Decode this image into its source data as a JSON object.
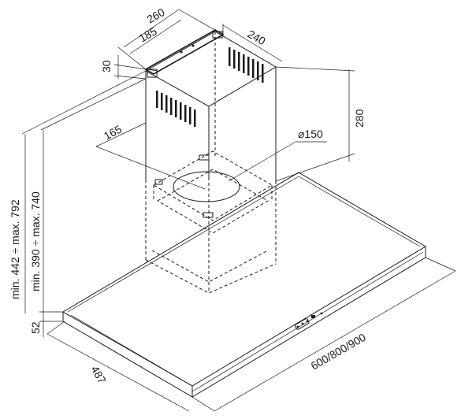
{
  "figure": {
    "title": "",
    "dimensions": {
      "chimney_width": "260",
      "chimney_inner_width": "185",
      "chimney_depth": "240",
      "top_bracket": "30",
      "chimney_height": "280",
      "duct_offset": "165",
      "duct_diameter": "⌀150",
      "height_range_outer": "min. 442 ÷ max. 792",
      "height_range_inner": "min. 390 ÷ max. 740",
      "canopy_thickness": "52",
      "canopy_depth": "487",
      "canopy_widths": "600/800/900"
    }
  }
}
